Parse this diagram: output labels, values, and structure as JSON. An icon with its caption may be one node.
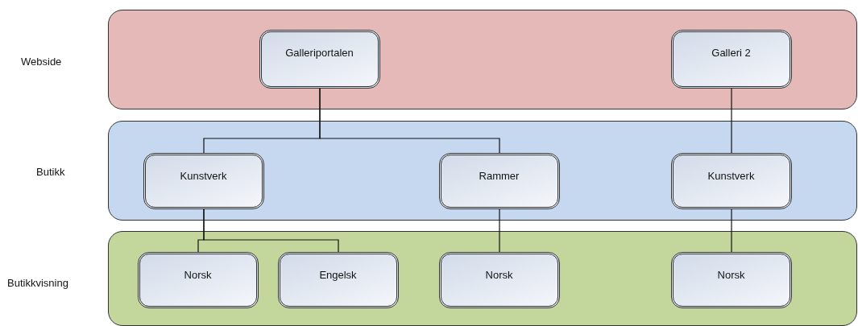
{
  "diagram": {
    "nodes": [
      {
        "text": [
          "Webside"
        ]
      },
      {
        "text": [
          "Galleriportalen"
        ],
        "in": 0
      },
      {
        "text": [
          "Galleri 2"
        ],
        "in": 0
      },
      {
        "text": [
          "Butikk"
        ]
      },
      {
        "text": [
          "Kunstverk"
        ],
        "in": 3
      },
      {
        "text": [
          "Rammer"
        ],
        "in": 3
      },
      {
        "text": [
          "Kunstverk"
        ],
        "in": 3
      },
      {
        "text": [
          "Butikkvisning"
        ]
      },
      {
        "text": [
          "Norsk"
        ],
        "in": 7
      },
      {
        "text": [
          "Engelsk"
        ],
        "in": 7
      },
      {
        "text": [
          "Norsk"
        ],
        "in": 7
      },
      {
        "text": [
          "Norsk"
        ],
        "in": 7
      }
    ],
    "edges": [
      {
        "from": 1,
        "to": 4,
        "arrow": "none"
      },
      {
        "from": 1,
        "to": 5,
        "arrow": "none"
      },
      {
        "from": 2,
        "to": 6,
        "arrow": "none"
      },
      {
        "from": 4,
        "to": 8,
        "arrow": "none"
      },
      {
        "from": 4,
        "to": 9,
        "arrow": "none"
      },
      {
        "from": 5,
        "to": 10,
        "arrow": "none"
      },
      {
        "from": 6,
        "to": 11,
        "arrow": "none"
      }
    ]
  }
}
